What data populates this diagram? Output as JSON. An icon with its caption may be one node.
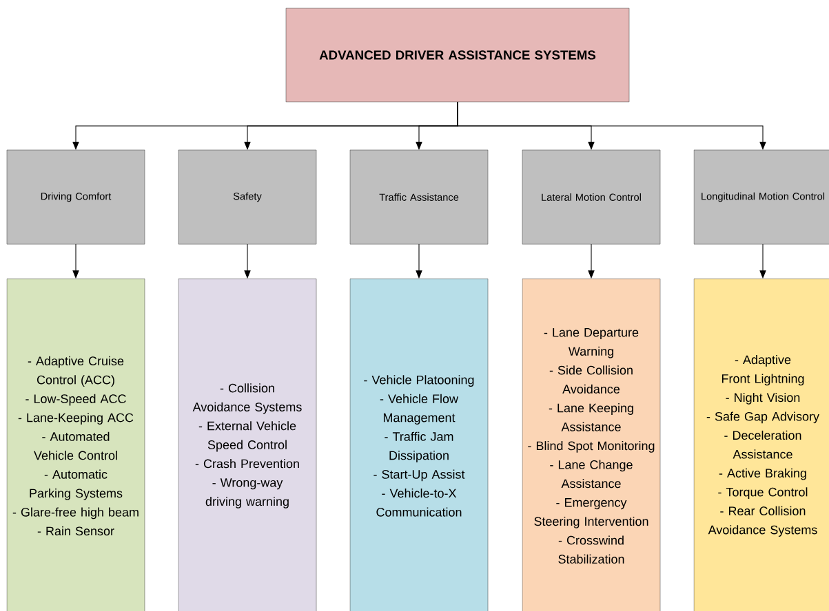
{
  "diagram": {
    "nodes": [
      {
        "text": [
          "ADVANCED DRIVER ASSISTANCE SYSTEMS"
        ]
      },
      {
        "text": [
          "Driving Comfort"
        ]
      },
      {
        "text": [
          "Safety"
        ]
      },
      {
        "text": [
          "Traffic Assistance"
        ]
      },
      {
        "text": [
          "Lateral Motion Control"
        ]
      },
      {
        "text": [
          "Longitudinal Motion Control"
        ]
      },
      {
        "text": [
          "- Adaptive Cruise Control (ACC)",
          "- Low-Speed ACC",
          "- Lane-Keeping ACC",
          "- Automated Vehicle Control",
          "- Automatic Parking Systems",
          "- Glare-free high beam",
          "- Rain Sensor"
        ]
      },
      {
        "text": [
          "- Collision Avoidance Systems",
          "- External Vehicle Speed Control",
          "- Crash Prevention",
          "- Wrong-way driving warning"
        ]
      },
      {
        "text": [
          "- Vehicle Platooning",
          "- Vehicle Flow Management",
          "- Traffic Jam Dissipation",
          "- Start-Up Assist",
          "- Vehicle-to-X Communication"
        ]
      },
      {
        "text": [
          "- Lane Departure Warning",
          "- Side Collision Avoidance",
          "- Lane Keeping Assistance",
          "- Blind Spot Monitoring",
          "- Lane Change Assistance",
          "- Emergency Steering Intervention",
          "- Crosswind Stabilization"
        ]
      },
      {
        "text": [
          "- Adaptive Front Lightning",
          "- Night Vision",
          "- Safe Gap Advisory",
          "- Deceleration Assistance",
          "- Active Braking",
          "- Torque Control",
          "- Rear Collision Avoidance Systems"
        ]
      }
    ],
    "edges": [
      {
        "from": 0,
        "to": 1,
        "arrow": "to"
      },
      {
        "from": 0,
        "to": 2,
        "arrow": "to"
      },
      {
        "from": 0,
        "to": 3,
        "arrow": "to"
      },
      {
        "from": 0,
        "to": 4,
        "arrow": "to"
      },
      {
        "from": 0,
        "to": 5,
        "arrow": "to"
      },
      {
        "from": 1,
        "to": 6,
        "arrow": "to"
      },
      {
        "from": 2,
        "to": 7,
        "arrow": "to"
      },
      {
        "from": 3,
        "to": 8,
        "arrow": "to"
      },
      {
        "from": 4,
        "to": 9,
        "arrow": "to"
      },
      {
        "from": 5,
        "to": 10,
        "arrow": "to"
      }
    ]
  }
}
